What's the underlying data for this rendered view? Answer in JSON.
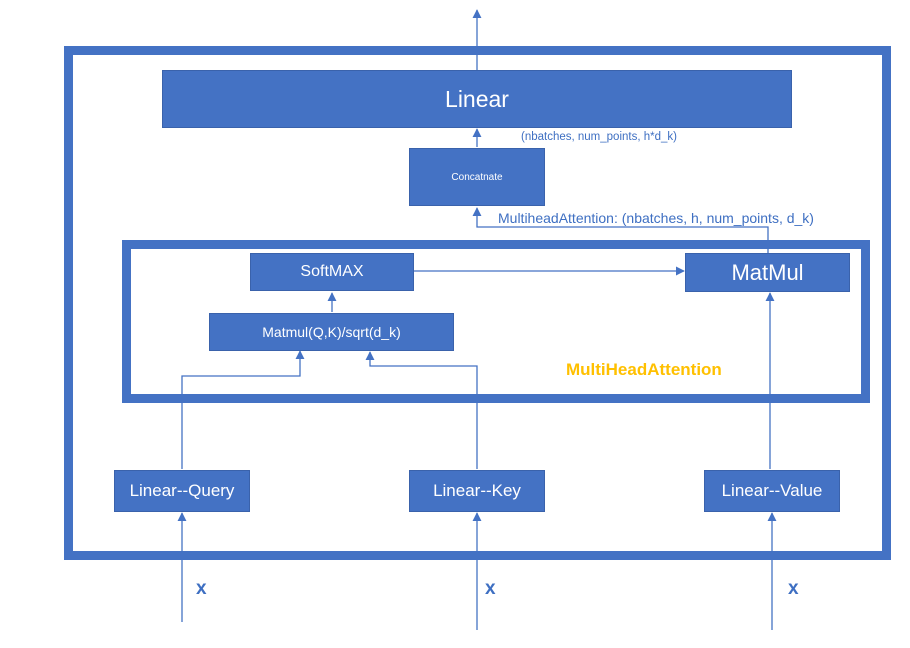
{
  "colors": {
    "primary": "#4472C4",
    "accent": "#FFC000",
    "background": "#FFFFFF"
  },
  "nodes": {
    "linear": "Linear",
    "concat": "Concatnate",
    "softmax": "SoftMAX",
    "matmul": "MatMul",
    "scaled_matmul": "Matmul(Q,K)/sqrt(d_k)",
    "linear_query": "Linear--Query",
    "linear_key": "Linear--Key",
    "linear_value": "Linear--Value"
  },
  "labels": {
    "concat_shape": "(nbatches, num_points, h*d_k)",
    "mha_shape": "MultiheadAttention: (nbatches, h, num_points, d_k)",
    "mha_title": "MultiHeadAttention"
  },
  "inputs": [
    "x",
    "x",
    "x"
  ]
}
